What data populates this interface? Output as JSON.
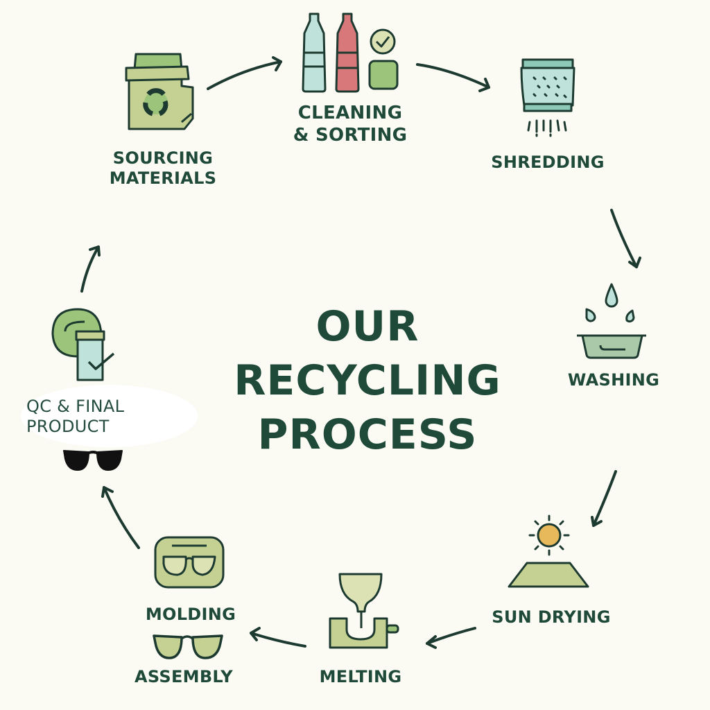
{
  "title": {
    "line1": "OUR",
    "line2": "RECYCLING",
    "line3": "PROCESS"
  },
  "colors": {
    "background": "#fbfbf4",
    "text": "#1f4a3a",
    "outline": "#1d3a30",
    "olive": "#c5d093",
    "light_green": "#9cc47a",
    "mint": "#bfe3da",
    "pink": "#d9787a",
    "sun": "#e8b95a",
    "sage": "#a9c9a9"
  },
  "steps": [
    {
      "id": "sourcing",
      "label": "SOURCING\nMATERIALS",
      "icon": "recycle-bag-icon"
    },
    {
      "id": "cleaning",
      "label": "CLEANING\n& SORTING",
      "icon": "bottles-check-icon"
    },
    {
      "id": "shredding",
      "label": "SHREDDING",
      "icon": "shredder-icon"
    },
    {
      "id": "washing",
      "label": "WASHING",
      "icon": "wash-basin-icon"
    },
    {
      "id": "sun-drying",
      "label": "SUN DRYING",
      "icon": "sun-tray-icon"
    },
    {
      "id": "melting",
      "label": "MELTING",
      "icon": "melting-mold-icon"
    },
    {
      "id": "molding",
      "label": "MOLDING",
      "icon": "glasses-mold-icon"
    },
    {
      "id": "assembly",
      "label": "ASSEMBLY",
      "icon": "glasses-icon"
    },
    {
      "id": "qc",
      "label": "QC & FINAL\nPRODUCT",
      "icon": "inspection-check-icon"
    }
  ],
  "final_product_icon": "sunglasses-icon"
}
